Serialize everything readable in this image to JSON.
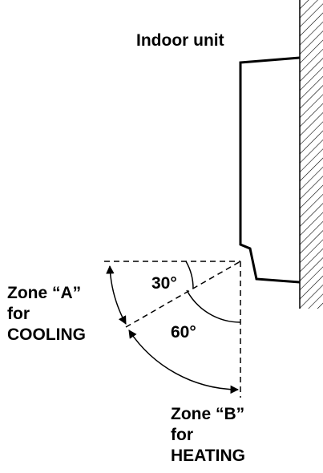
{
  "labels": {
    "indoor_unit": "Indoor unit",
    "zone_a_line1": "Zone “A”",
    "zone_a_line2": "for",
    "zone_a_line3": "COOLING",
    "zone_b_line1": "Zone “B”",
    "zone_b_line2": "for",
    "zone_b_line3": "HEATING",
    "angle_30": "30°",
    "angle_60": "60°"
  },
  "colors": {
    "ink": "#000000",
    "background": "#ffffff"
  }
}
